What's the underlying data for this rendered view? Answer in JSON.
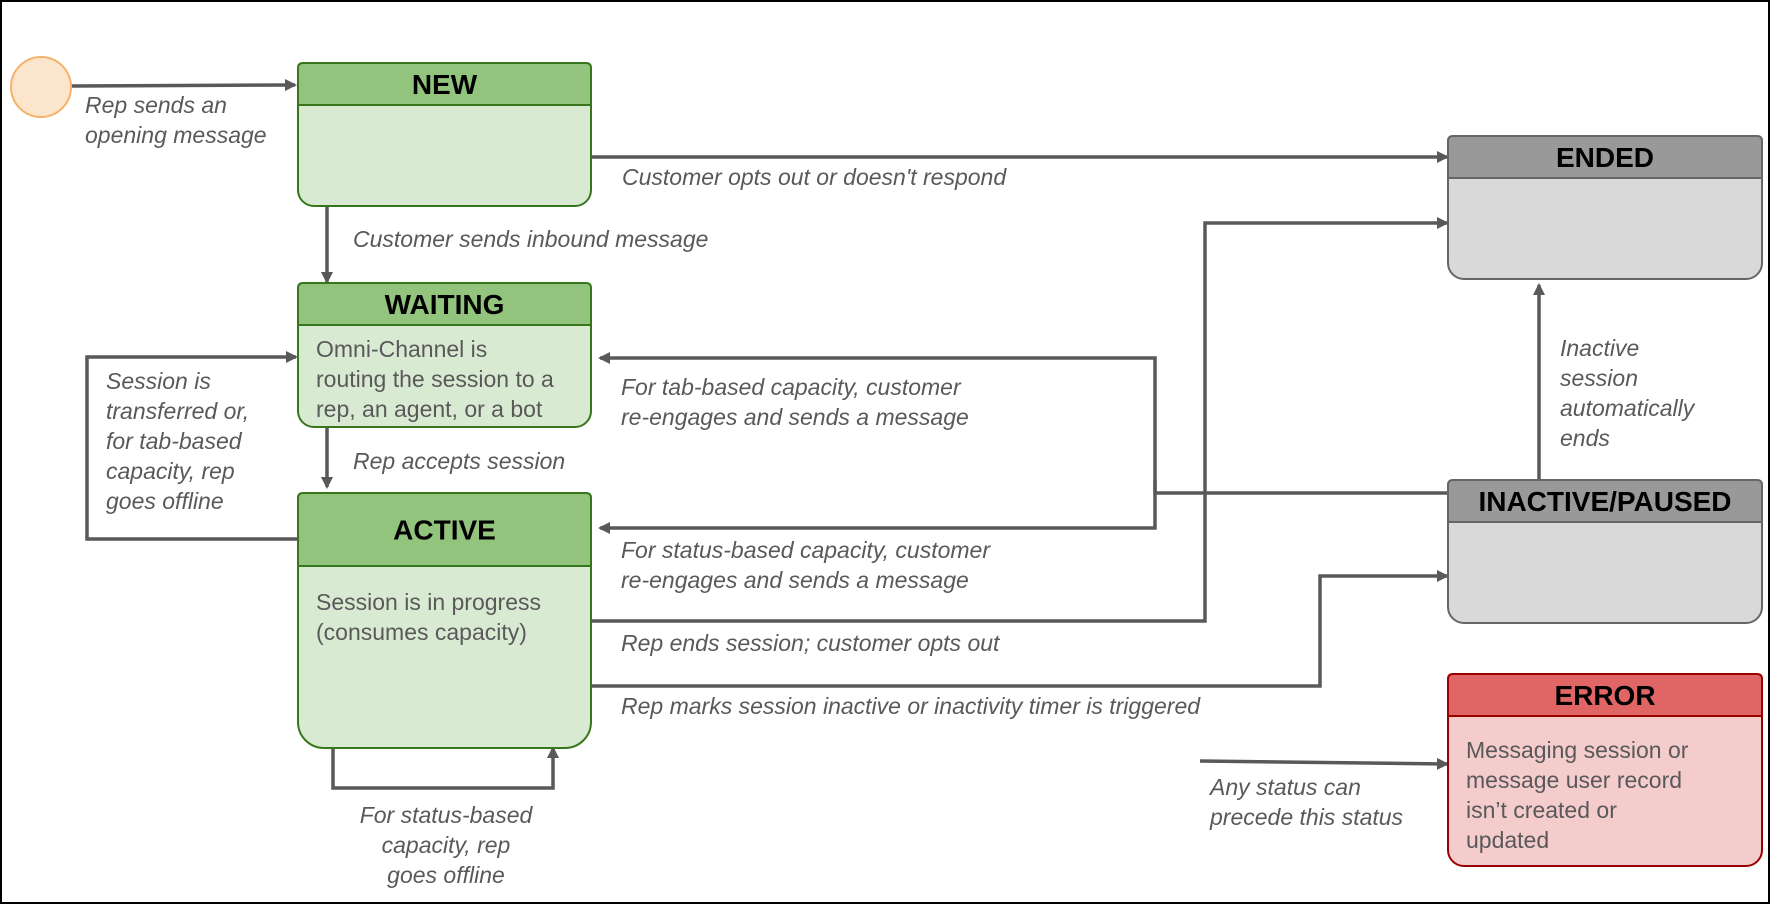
{
  "states": {
    "new": {
      "title": "NEW",
      "body": []
    },
    "waiting": {
      "title": "WAITING",
      "body": [
        "Omni-Channel is",
        "routing the session to a",
        "rep, an agent, or a bot"
      ]
    },
    "active": {
      "title": "ACTIVE",
      "body": [
        "Session is in progress",
        "(consumes capacity)"
      ]
    },
    "ended": {
      "title": "ENDED",
      "body": []
    },
    "inactive": {
      "title": "INACTIVE/PAUSED",
      "body": []
    },
    "error": {
      "title": "ERROR",
      "body": [
        "Messaging session or",
        "message user record",
        "isn’t created or",
        "updated"
      ]
    }
  },
  "transitions": {
    "start_to_new": [
      "Rep sends an",
      "opening message"
    ],
    "new_to_ended": [
      "Customer opts out or doesn't respond"
    ],
    "new_to_waiting": [
      "Customer sends inbound message"
    ],
    "active_to_waiting": [
      "Session is",
      "transferred or,",
      "for tab-based",
      "capacity, rep",
      "goes offline"
    ],
    "inactive_to_waiting": [
      "For tab-based capacity, customer",
      "re-engages and sends a message"
    ],
    "waiting_to_active": [
      "Rep accepts session"
    ],
    "inactive_to_active": [
      "For status-based capacity, customer",
      "re-engages and sends a message"
    ],
    "active_to_ended": [
      "Rep ends session; customer opts out"
    ],
    "active_to_inactive": [
      "Rep marks session inactive or inactivity timer is triggered"
    ],
    "active_self": [
      "For status-based",
      "capacity, rep",
      "goes offline"
    ],
    "inactive_to_ended": [
      "Inactive",
      "session",
      "automatically",
      "ends"
    ],
    "any_to_error": [
      "Any status can",
      "precede this status"
    ]
  },
  "colors": {
    "green_header": "#93c47d",
    "green_body": "#d9ead3",
    "green_border": "#38761d",
    "gray_header": "#999999",
    "gray_body": "#d9d9d9",
    "gray_border": "#666666",
    "red_header": "#e06666",
    "red_body": "#f4cccc",
    "red_border": "#990000",
    "start_fill": "#fce5cd",
    "start_stroke": "#f6b26b",
    "arrow": "#595959"
  }
}
